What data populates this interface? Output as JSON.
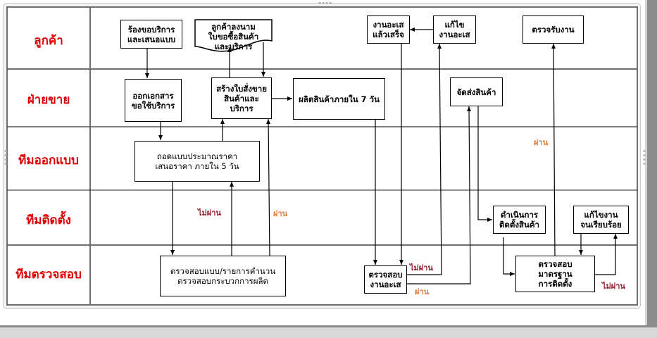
{
  "lanes": [
    {
      "label": "ลูกค้า"
    },
    {
      "label": "ฝ่ายขาย"
    },
    {
      "label": "ทีมออกแบบ"
    },
    {
      "label": "ทีมติดตั้ง"
    },
    {
      "label": "ทีมตรวจสอบ"
    }
  ],
  "boxes": {
    "request_service": "ร้องขอบริการ\nและเสนอแบบ",
    "customer_sign": "ลูกค้าลงนาม\nใบขอซื้อสินค้า\nและบริการ",
    "aluminium_done": "งานอะเส\nแล้วเสร็จ",
    "fix_aluminium": "แก้ไข\nงานอะเส",
    "accept_work": "ตรวจรับงาน",
    "issue_document": "ออกเอกสาร\nขอใช้บริการ",
    "create_sales_order": "สร้างใบสั่งขาย\nสินค้าและ\nบริการ",
    "produce_goods": "ผลิตสินค้าภายใน 7 วัน",
    "deliver_goods": "จัดส่งสินค้า",
    "design_quote": "ถอดแบบประมาณราคา\nเสนอราคา ภายใน 5 วัน",
    "install_goods": "ดำเนินการ\nติดตั้งสินค้า",
    "fix_until_done": "แก้ไขงาน\nจนเรียบร้อย",
    "check_design": "ตรวจสอบแบบ/รายการคำนวน\nตรวจสอบกระบวกการผลิต",
    "check_aluminium": "ตรวจสอบ\nงานอะเส",
    "check_install_standard": "ตรวจสอบ\nมาตรฐาน\nการติดตั้ง"
  },
  "edge_labels": {
    "design_fail": "ไม่ผ่าน",
    "design_pass": "ผ่าน",
    "aluminium_fail": "ไม่ผ่าน",
    "aluminium_pass": "ผ่าน",
    "install_pass": "ผ่าน",
    "install_fail": "ไม่ผ่าน"
  },
  "colors": {
    "lane_label": "#e00000",
    "fail": "#9b1b30",
    "pass": "#e07b39"
  }
}
